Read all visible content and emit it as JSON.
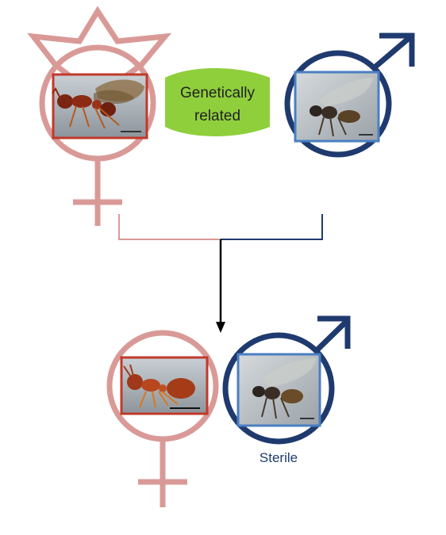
{
  "diagram": {
    "banner_line1": "Genetically",
    "banner_line2": "related",
    "sterile_label": "Sterile"
  },
  "colors": {
    "female": "#d99a97",
    "male": "#1f3a6e",
    "banner": "#8fcf3c",
    "female_photo_border": "#c0392b",
    "male_photo_border": "#4a7fc1",
    "arrow": "#000000"
  },
  "icons": {
    "female_queen": "female-symbol-with-crown-icon",
    "male_parent": "male-symbol-icon",
    "female_offspring": "female-symbol-icon",
    "male_offspring": "male-symbol-icon"
  }
}
